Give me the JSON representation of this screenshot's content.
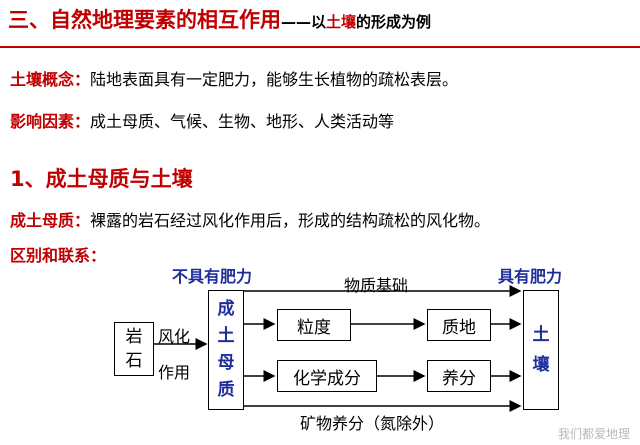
{
  "title": {
    "main": "三、自然地理要素的相互作用",
    "dash": "——",
    "sub_prefix": "以",
    "sub_highlight": "土壤",
    "sub_suffix": "的形成为例"
  },
  "concept": {
    "label": "土壤概念：",
    "text": "陆地表面具有一定肥力，能够生长植物的疏松表层。"
  },
  "factors": {
    "label": "影响因素：",
    "text": "成土母质、气候、生物、地形、人类活动等"
  },
  "section": {
    "heading": "1、成土母质与土壤"
  },
  "parent_material": {
    "label": "成土母质：",
    "text": "裸露的岩石经过风化作用后，形成的结构疏松的风化物。"
  },
  "relation": {
    "label": "区别和联系："
  },
  "diagram": {
    "no_fertility": "不具有肥力",
    "has_fertility": "具有肥力",
    "material_basis": "物质基础",
    "rock": [
      "岩",
      "石"
    ],
    "weathering": [
      "风化",
      "作用"
    ],
    "parent": [
      "成",
      "土",
      "母",
      "质"
    ],
    "soil": [
      "土",
      "壤"
    ],
    "granularity": "粒度",
    "texture": "质地",
    "chem": "化学成分",
    "nutrients": "养分",
    "minerals": "矿物养分（氮除外）"
  },
  "watermark": "我们都爱地理"
}
